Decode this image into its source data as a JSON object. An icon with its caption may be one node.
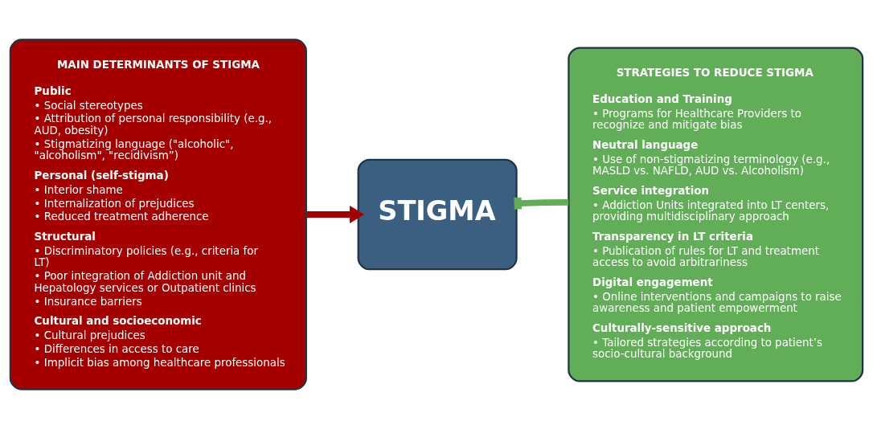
{
  "diagram": {
    "nodes": [
      {
        "text": [
          "MAIN DETERMINANTS OF STIGMA",
          "Public",
          "• Social stereotypes",
          "• Attribution of personal responsibility (e.g., AUD, obesity)",
          "• Stigmatizing language (\"alcoholic\", \"alcoholism\", \"recidivism”)",
          "Personal (self-stigma)",
          "• Interior shame",
          "• Internalization of prejudices",
          "• Reduced treatment adherence",
          "Structural",
          "• Discriminatory policies (e.g., criteria for LT)",
          "• Poor integration of Addiction unit and Hepatology services or Outpatient clinics",
          "• Insurance barriers",
          "Cultural and socioeconomic",
          "• Cultural prejudices",
          "• Differences in access to care",
          "• Implicit bias among healthcare professionals"
        ]
      },
      {
        "text": [
          "STIGMA"
        ]
      },
      {
        "text": [
          "STRATEGIES TO REDUCE STIGMA",
          "Education and Training",
          "• Programs for Healthcare Providers to recognize and mitigate bias",
          "Neutral language",
          "• Use of non-stigmatizing terminology (e.g., MASLD vs. NAFLD, AUD vs. Alcoholism)",
          "Service integration",
          "• Addiction Units integrated into LT centers, providing multidisciplinary approach",
          "Transparency in LT criteria",
          "• Publication of rules for LT and treatment access to avoid arbitrariness",
          "Digital engagement",
          "• Online interventions and campaigns to raise awareness and patient empowerment",
          "Culturally-sensitive approach",
          "• Tailored strategies according to patient’s socio-cultural background"
        ]
      }
    ],
    "edges": [
      {
        "from": 0,
        "to": 1,
        "arrow": "to",
        "color": "#a50000"
      },
      {
        "from": 2,
        "to": 1,
        "arrow": "other",
        "color": "#62ad58"
      }
    ]
  }
}
